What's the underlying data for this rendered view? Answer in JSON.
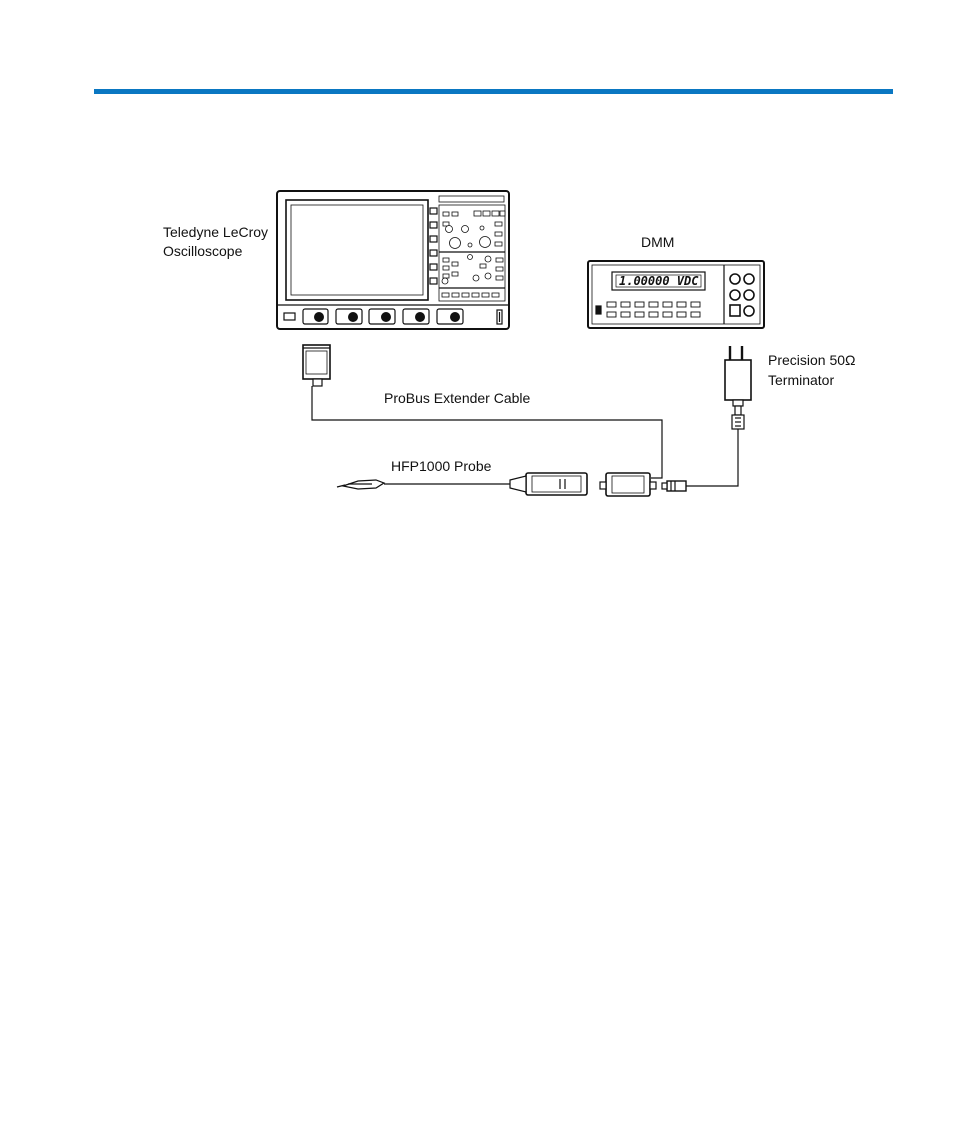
{
  "header": {
    "rule_color": "#0a77c2"
  },
  "diagram": {
    "labels": {
      "oscilloscope_line1": "Teledyne LeCroy",
      "oscilloscope_line2": "Oscilloscope",
      "dmm": "DMM",
      "terminator_line1": "Precision 50Ω",
      "terminator_line2": "Terminator",
      "extender_cable": "ProBus Extender Cable",
      "probe": "HFP1000 Probe"
    },
    "dmm_reading": "1.00000 VDC"
  }
}
